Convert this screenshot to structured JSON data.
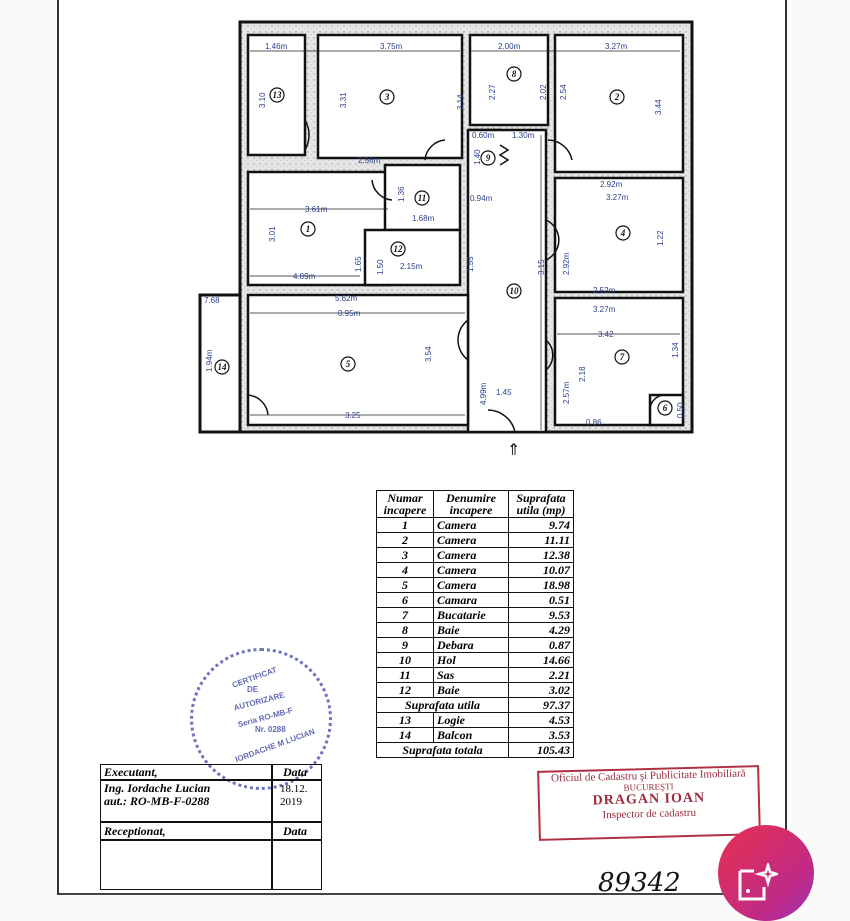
{
  "floor_plan": {
    "rooms": [
      "13",
      "3",
      "8",
      "2",
      "9",
      "11",
      "1",
      "12",
      "10",
      "4",
      "5",
      "14",
      "7",
      "6"
    ],
    "dims": [
      "1.46m",
      "3.75m",
      "2.00m",
      "3.27m",
      "3.10",
      "3.31",
      "3.14",
      "2.27",
      "2.02",
      "2.54",
      "3.44",
      "2.56m",
      "0.60m",
      "1.30m",
      "1.40",
      "0.94m",
      "2.92m",
      "3.27m",
      "3.61m",
      "1.68m",
      "1.36",
      "3.01",
      "1.65",
      "1.50",
      "2.15m",
      "1.55",
      "4.89m",
      "5.62m",
      "0.95m",
      "7.68",
      "3.15",
      "1.22",
      "2.92m",
      "2.52m",
      "3.27m",
      "3.42",
      "3.54",
      "1.94m",
      "1.45",
      "4.99m",
      "3.25",
      "2.18",
      "1.34",
      "2.57m",
      "0.86",
      "0.50"
    ],
    "entrance": "⇑"
  },
  "legend": {
    "headers": [
      "Numar incapere",
      "Denumire incapere",
      "Suprafata utila (mp)"
    ],
    "rows": [
      {
        "nr": "1",
        "name": "Camera",
        "area": "9.74"
      },
      {
        "nr": "2",
        "name": "Camera",
        "area": "11.11"
      },
      {
        "nr": "3",
        "name": "Camera",
        "area": "12.38"
      },
      {
        "nr": "4",
        "name": "Camera",
        "area": "10.07"
      },
      {
        "nr": "5",
        "name": "Camera",
        "area": "18.98"
      },
      {
        "nr": "6",
        "name": "Camara",
        "area": "0.51"
      },
      {
        "nr": "7",
        "name": "Bucatarie",
        "area": "9.53"
      },
      {
        "nr": "8",
        "name": "Baie",
        "area": "4.29"
      },
      {
        "nr": "9",
        "name": "Debara",
        "area": "0.87"
      },
      {
        "nr": "10",
        "name": "Hol",
        "area": "14.66"
      },
      {
        "nr": "11",
        "name": "Sas",
        "area": "2.21"
      },
      {
        "nr": "12",
        "name": "Baie",
        "area": "3.02"
      }
    ],
    "subtotal_label": "Suprafata utila",
    "subtotal": "97.37",
    "extra_rows": [
      {
        "nr": "13",
        "name": "Logie",
        "area": "4.53"
      },
      {
        "nr": "14",
        "name": "Balcon",
        "area": "3.53"
      }
    ],
    "total_label": "Suprafata totala",
    "total": "105.43"
  },
  "executant": {
    "label": "Executant,",
    "date_label": "Data",
    "name": "Ing. Iordache Lucian",
    "auth": "aut.: RO-MB-F-0288",
    "date_line1": "18.12.",
    "date_line2": "2019",
    "received_label": "Receptionat,",
    "received_date_label": "Data"
  },
  "stamp_blue": {
    "lines": [
      "CERTIFICAT",
      "DE",
      "AUTORIZARE",
      "Seria RO-MB-F",
      "Nr. 0288",
      "IORDACHE M LUCIAN"
    ]
  },
  "stamp_red": {
    "office": "Oficiul de Cadastru şi Publicitate Imobiliară",
    "city": "BUCUREŞTI",
    "name": "DRAGAN IOAN",
    "title": "Inspector de cadastru"
  },
  "handwritten_number": "89342",
  "colors": {
    "dimension": "#2a3f8a",
    "stamp_red": "#b23044",
    "stamp_blue": "#4a4fb0"
  }
}
